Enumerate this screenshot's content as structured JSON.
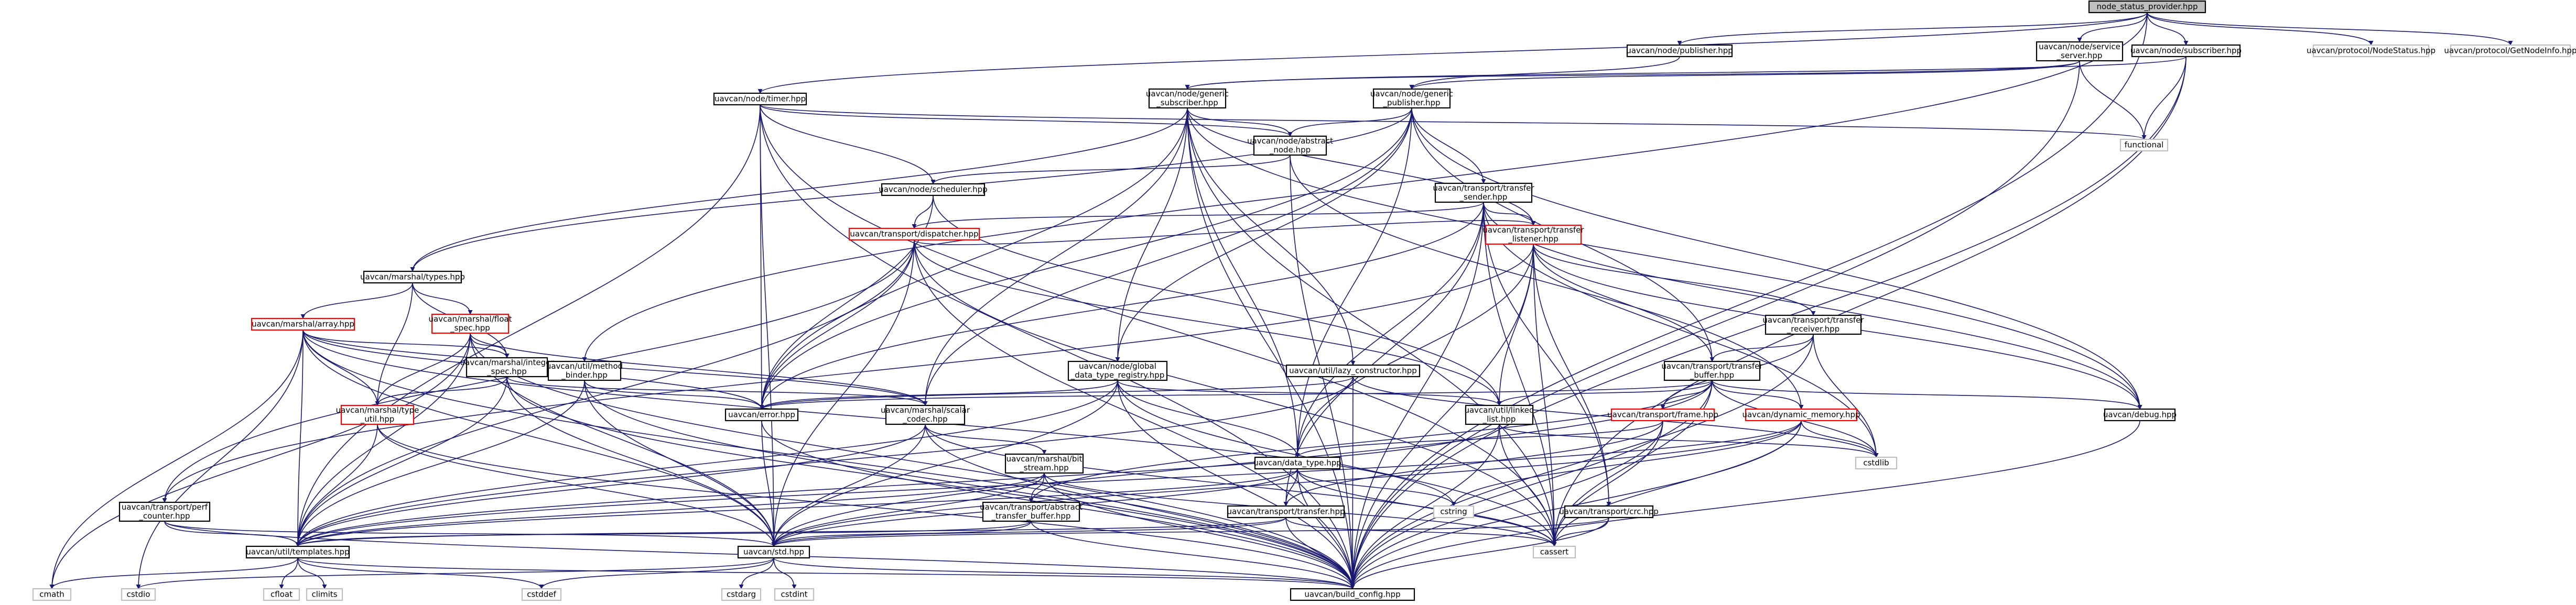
{
  "colors": {
    "edge": "#191970",
    "node_border": "#000000",
    "node_border_truncated": "#ff0000",
    "node_border_external": "#bfbfbf",
    "root_fill": "#bfbfbf",
    "node_fill": "#ffffff"
  },
  "nodes": [
    {
      "id": "root",
      "lines": [
        "node_status_provider.hpp"
      ],
      "kind": "root"
    },
    {
      "id": "publisher",
      "lines": [
        "uavcan/node/publisher.hpp"
      ],
      "kind": "normal"
    },
    {
      "id": "service_server",
      "lines": [
        "uavcan/node/service",
        "_server.hpp"
      ],
      "kind": "normal"
    },
    {
      "id": "subscriber",
      "lines": [
        "uavcan/node/subscriber.hpp"
      ],
      "kind": "normal"
    },
    {
      "id": "nodestatus",
      "lines": [
        "uavcan/protocol/NodeStatus.hpp"
      ],
      "kind": "external"
    },
    {
      "id": "getnodeinfo",
      "lines": [
        "uavcan/protocol/GetNodeInfo.hpp"
      ],
      "kind": "external"
    },
    {
      "id": "timer",
      "lines": [
        "uavcan/node/timer.hpp"
      ],
      "kind": "normal"
    },
    {
      "id": "generic_subscriber",
      "lines": [
        "uavcan/node/generic",
        "_subscriber.hpp"
      ],
      "kind": "normal"
    },
    {
      "id": "generic_publisher",
      "lines": [
        "uavcan/node/generic",
        "_publisher.hpp"
      ],
      "kind": "normal"
    },
    {
      "id": "functional",
      "lines": [
        "functional"
      ],
      "kind": "external"
    },
    {
      "id": "abstract_node",
      "lines": [
        "uavcan/node/abstract",
        "_node.hpp"
      ],
      "kind": "normal"
    },
    {
      "id": "scheduler",
      "lines": [
        "uavcan/node/scheduler.hpp"
      ],
      "kind": "normal"
    },
    {
      "id": "transfer_sender",
      "lines": [
        "uavcan/transport/transfer",
        "_sender.hpp"
      ],
      "kind": "normal"
    },
    {
      "id": "dispatcher",
      "lines": [
        "uavcan/transport/dispatcher.hpp"
      ],
      "kind": "truncated"
    },
    {
      "id": "transfer_listener",
      "lines": [
        "uavcan/transport/transfer",
        "_listener.hpp"
      ],
      "kind": "truncated"
    },
    {
      "id": "marshal_types",
      "lines": [
        "uavcan/marshal/types.hpp"
      ],
      "kind": "normal"
    },
    {
      "id": "marshal_array",
      "lines": [
        "uavcan/marshal/array.hpp"
      ],
      "kind": "truncated"
    },
    {
      "id": "float_spec",
      "lines": [
        "uavcan/marshal/float",
        "_spec.hpp"
      ],
      "kind": "truncated"
    },
    {
      "id": "integer_spec",
      "lines": [
        "uavcan/marshal/integer",
        "_spec.hpp"
      ],
      "kind": "normal"
    },
    {
      "id": "method_binder",
      "lines": [
        "uavcan/util/method",
        "_binder.hpp"
      ],
      "kind": "normal"
    },
    {
      "id": "global_registry",
      "lines": [
        "uavcan/node/global",
        "_data_type_registry.hpp"
      ],
      "kind": "normal"
    },
    {
      "id": "lazy_constructor",
      "lines": [
        "uavcan/util/lazy_constructor.hpp"
      ],
      "kind": "normal"
    },
    {
      "id": "transfer_receiver",
      "lines": [
        "uavcan/transport/transfer",
        "_receiver.hpp"
      ],
      "kind": "normal"
    },
    {
      "id": "transfer_buffer",
      "lines": [
        "uavcan/transport/transfer",
        "_buffer.hpp"
      ],
      "kind": "normal"
    },
    {
      "id": "type_util",
      "lines": [
        "uavcan/marshal/type",
        "_util.hpp"
      ],
      "kind": "truncated"
    },
    {
      "id": "error",
      "lines": [
        "uavcan/error.hpp"
      ],
      "kind": "normal"
    },
    {
      "id": "scalar_codec",
      "lines": [
        "uavcan/marshal/scalar",
        "_codec.hpp"
      ],
      "kind": "normal"
    },
    {
      "id": "linked_list",
      "lines": [
        "uavcan/util/linked",
        "_list.hpp"
      ],
      "kind": "normal"
    },
    {
      "id": "frame",
      "lines": [
        "uavcan/transport/frame.hpp"
      ],
      "kind": "truncated"
    },
    {
      "id": "dynamic_memory",
      "lines": [
        "uavcan/dynamic_memory.hpp"
      ],
      "kind": "truncated"
    },
    {
      "id": "debug",
      "lines": [
        "uavcan/debug.hpp"
      ],
      "kind": "normal"
    },
    {
      "id": "bit_stream",
      "lines": [
        "uavcan/marshal/bit",
        "_stream.hpp"
      ],
      "kind": "normal"
    },
    {
      "id": "data_type",
      "lines": [
        "uavcan/data_type.hpp"
      ],
      "kind": "normal"
    },
    {
      "id": "cstdlib",
      "lines": [
        "cstdlib"
      ],
      "kind": "external"
    },
    {
      "id": "perf_counter",
      "lines": [
        "uavcan/transport/perf",
        "_counter.hpp"
      ],
      "kind": "normal"
    },
    {
      "id": "abstract_transfer_buffer",
      "lines": [
        "uavcan/transport/abstract",
        "_transfer_buffer.hpp"
      ],
      "kind": "normal"
    },
    {
      "id": "transfer",
      "lines": [
        "uavcan/transport/transfer.hpp"
      ],
      "kind": "normal"
    },
    {
      "id": "cstring",
      "lines": [
        "cstring"
      ],
      "kind": "external"
    },
    {
      "id": "crc",
      "lines": [
        "uavcan/transport/crc.hpp"
      ],
      "kind": "normal"
    },
    {
      "id": "templates",
      "lines": [
        "uavcan/util/templates.hpp"
      ],
      "kind": "normal"
    },
    {
      "id": "std",
      "lines": [
        "uavcan/std.hpp"
      ],
      "kind": "normal"
    },
    {
      "id": "cassert",
      "lines": [
        "cassert"
      ],
      "kind": "external"
    },
    {
      "id": "cmath",
      "lines": [
        "cmath"
      ],
      "kind": "external"
    },
    {
      "id": "cfloat",
      "lines": [
        "cfloat"
      ],
      "kind": "external"
    },
    {
      "id": "climits",
      "lines": [
        "climits"
      ],
      "kind": "external"
    },
    {
      "id": "cstddef",
      "lines": [
        "cstddef"
      ],
      "kind": "external"
    },
    {
      "id": "cstdio",
      "lines": [
        "cstdio"
      ],
      "kind": "external"
    },
    {
      "id": "cstdarg",
      "lines": [
        "cstdarg"
      ],
      "kind": "external"
    },
    {
      "id": "cstdint",
      "lines": [
        "cstdint"
      ],
      "kind": "external"
    },
    {
      "id": "build_config",
      "lines": [
        "uavcan/build_config.hpp"
      ],
      "kind": "normal"
    }
  ],
  "edges": [
    [
      "root",
      "publisher"
    ],
    [
      "root",
      "service_server"
    ],
    [
      "root",
      "subscriber"
    ],
    [
      "root",
      "nodestatus"
    ],
    [
      "root",
      "getnodeinfo"
    ],
    [
      "root",
      "timer"
    ],
    [
      "root",
      "method_binder"
    ],
    [
      "root",
      "build_config"
    ],
    [
      "publisher",
      "generic_publisher"
    ],
    [
      "service_server",
      "generic_subscriber"
    ],
    [
      "service_server",
      "generic_publisher"
    ],
    [
      "service_server",
      "functional"
    ],
    [
      "service_server",
      "build_config"
    ],
    [
      "subscriber",
      "generic_subscriber"
    ],
    [
      "subscriber",
      "functional"
    ],
    [
      "subscriber",
      "cassert"
    ],
    [
      "subscriber",
      "build_config"
    ],
    [
      "timer",
      "scheduler"
    ],
    [
      "timer",
      "abstract_node"
    ],
    [
      "timer",
      "functional"
    ],
    [
      "timer",
      "error"
    ],
    [
      "timer",
      "templates"
    ],
    [
      "timer",
      "std"
    ],
    [
      "timer",
      "cassert"
    ],
    [
      "timer",
      "build_config"
    ],
    [
      "generic_subscriber",
      "abstract_node"
    ],
    [
      "generic_subscriber",
      "marshal_types"
    ],
    [
      "generic_subscriber",
      "global_registry"
    ],
    [
      "generic_subscriber",
      "lazy_constructor"
    ],
    [
      "generic_subscriber",
      "transfer_listener"
    ],
    [
      "generic_subscriber",
      "scalar_codec"
    ],
    [
      "generic_subscriber",
      "data_type"
    ],
    [
      "generic_subscriber",
      "error"
    ],
    [
      "generic_subscriber",
      "debug"
    ],
    [
      "generic_subscriber",
      "cassert"
    ],
    [
      "generic_subscriber",
      "build_config"
    ],
    [
      "generic_publisher",
      "abstract_node"
    ],
    [
      "generic_publisher",
      "marshal_types"
    ],
    [
      "generic_publisher",
      "transfer_sender"
    ],
    [
      "generic_publisher",
      "global_registry"
    ],
    [
      "generic_publisher",
      "scalar_codec"
    ],
    [
      "generic_publisher",
      "transfer_buffer"
    ],
    [
      "generic_publisher",
      "data_type"
    ],
    [
      "generic_publisher",
      "debug"
    ],
    [
      "generic_publisher",
      "error"
    ],
    [
      "abstract_node",
      "scheduler"
    ],
    [
      "abstract_node",
      "dynamic_memory"
    ],
    [
      "abstract_node",
      "build_config"
    ],
    [
      "scheduler",
      "dispatcher"
    ],
    [
      "scheduler",
      "linked_list"
    ],
    [
      "scheduler",
      "error"
    ],
    [
      "transfer_sender",
      "dispatcher"
    ],
    [
      "transfer_sender",
      "transfer_listener"
    ],
    [
      "transfer_sender",
      "data_type"
    ],
    [
      "transfer_sender",
      "crc"
    ],
    [
      "transfer_sender",
      "transfer"
    ],
    [
      "transfer_sender",
      "debug"
    ],
    [
      "transfer_sender",
      "cstdlib"
    ],
    [
      "transfer_sender",
      "cassert"
    ],
    [
      "transfer_sender",
      "build_config"
    ],
    [
      "transfer_sender",
      "error"
    ],
    [
      "dispatcher",
      "transfer_listener"
    ],
    [
      "dispatcher",
      "perf_counter"
    ],
    [
      "dispatcher",
      "linked_list"
    ],
    [
      "dispatcher",
      "error"
    ],
    [
      "dispatcher",
      "templates"
    ],
    [
      "dispatcher",
      "std"
    ],
    [
      "dispatcher",
      "cassert"
    ],
    [
      "dispatcher",
      "build_config"
    ],
    [
      "transfer_listener",
      "transfer_receiver"
    ],
    [
      "transfer_listener",
      "perf_counter"
    ],
    [
      "transfer_listener",
      "linked_list"
    ],
    [
      "transfer_listener",
      "data_type"
    ],
    [
      "transfer_listener",
      "crc"
    ],
    [
      "transfer_listener",
      "debug"
    ],
    [
      "transfer_listener",
      "cassert"
    ],
    [
      "transfer_listener",
      "build_config"
    ],
    [
      "transfer_listener",
      "transfer_buffer"
    ],
    [
      "marshal_types",
      "marshal_array"
    ],
    [
      "marshal_types",
      "float_spec"
    ],
    [
      "marshal_types",
      "integer_spec"
    ],
    [
      "marshal_types",
      "type_util"
    ],
    [
      "marshal_array",
      "integer_spec"
    ],
    [
      "marshal_array",
      "type_util"
    ],
    [
      "marshal_array",
      "error"
    ],
    [
      "marshal_array",
      "scalar_codec"
    ],
    [
      "marshal_array",
      "templates"
    ],
    [
      "marshal_array",
      "std"
    ],
    [
      "marshal_array",
      "cmath"
    ],
    [
      "marshal_array",
      "cstdio"
    ],
    [
      "marshal_array",
      "cstring"
    ],
    [
      "marshal_array",
      "build_config"
    ],
    [
      "float_spec",
      "integer_spec"
    ],
    [
      "float_spec",
      "type_util"
    ],
    [
      "float_spec",
      "scalar_codec"
    ],
    [
      "float_spec",
      "templates"
    ],
    [
      "float_spec",
      "cmath"
    ],
    [
      "float_spec",
      "std"
    ],
    [
      "float_spec",
      "build_config"
    ],
    [
      "integer_spec",
      "type_util"
    ],
    [
      "integer_spec",
      "scalar_codec"
    ],
    [
      "integer_spec",
      "templates"
    ],
    [
      "integer_spec",
      "std"
    ],
    [
      "integer_spec",
      "build_config"
    ],
    [
      "method_binder",
      "error"
    ],
    [
      "method_binder",
      "templates"
    ],
    [
      "method_binder",
      "std"
    ],
    [
      "method_binder",
      "build_config"
    ],
    [
      "global_registry",
      "data_type"
    ],
    [
      "global_registry",
      "linked_list"
    ],
    [
      "global_registry",
      "error"
    ],
    [
      "global_registry",
      "std"
    ],
    [
      "global_registry",
      "cassert"
    ],
    [
      "global_registry",
      "build_config"
    ],
    [
      "global_registry",
      "templates"
    ],
    [
      "lazy_constructor",
      "error"
    ],
    [
      "lazy_constructor",
      "templates"
    ],
    [
      "lazy_constructor",
      "cstdlib"
    ],
    [
      "lazy_constructor",
      "build_config"
    ],
    [
      "transfer_receiver",
      "transfer_buffer"
    ],
    [
      "transfer_receiver",
      "frame"
    ],
    [
      "transfer_receiver",
      "cstdlib"
    ],
    [
      "transfer_receiver",
      "build_config"
    ],
    [
      "transfer_buffer",
      "frame"
    ],
    [
      "transfer_buffer",
      "dynamic_memory"
    ],
    [
      "transfer_buffer",
      "linked_list"
    ],
    [
      "transfer_buffer",
      "abstract_transfer_buffer"
    ],
    [
      "transfer_buffer",
      "debug"
    ],
    [
      "transfer_buffer",
      "cassert"
    ],
    [
      "transfer_buffer",
      "build_config"
    ],
    [
      "transfer_buffer",
      "std"
    ],
    [
      "transfer_buffer",
      "cstdlib"
    ],
    [
      "transfer_buffer",
      "error"
    ],
    [
      "type_util",
      "templates"
    ],
    [
      "type_util",
      "std"
    ],
    [
      "type_util",
      "build_config"
    ],
    [
      "error",
      "std"
    ],
    [
      "error",
      "build_config"
    ],
    [
      "scalar_codec",
      "bit_stream"
    ],
    [
      "scalar_codec",
      "templates"
    ],
    [
      "scalar_codec",
      "std"
    ],
    [
      "scalar_codec",
      "build_config"
    ],
    [
      "scalar_codec",
      "cassert"
    ],
    [
      "linked_list",
      "cstdlib"
    ],
    [
      "linked_list",
      "cassert"
    ],
    [
      "linked_list",
      "templates"
    ],
    [
      "linked_list",
      "build_config"
    ],
    [
      "frame",
      "transfer"
    ],
    [
      "frame",
      "data_type"
    ],
    [
      "frame",
      "cassert"
    ],
    [
      "frame",
      "build_config"
    ],
    [
      "dynamic_memory",
      "cstdlib"
    ],
    [
      "dynamic_memory",
      "cstring"
    ],
    [
      "dynamic_memory",
      "cassert"
    ],
    [
      "dynamic_memory",
      "std"
    ],
    [
      "dynamic_memory",
      "build_config"
    ],
    [
      "dynamic_memory",
      "templates"
    ],
    [
      "debug",
      "build_config"
    ],
    [
      "bit_stream",
      "abstract_transfer_buffer"
    ],
    [
      "bit_stream",
      "std"
    ],
    [
      "bit_stream",
      "cassert"
    ],
    [
      "bit_stream",
      "build_config"
    ],
    [
      "bit_stream",
      "templates"
    ],
    [
      "data_type",
      "transfer"
    ],
    [
      "data_type",
      "templates"
    ],
    [
      "data_type",
      "std"
    ],
    [
      "data_type",
      "cstring"
    ],
    [
      "data_type",
      "cassert"
    ],
    [
      "data_type",
      "build_config"
    ],
    [
      "perf_counter",
      "templates"
    ],
    [
      "perf_counter",
      "std"
    ],
    [
      "perf_counter",
      "build_config"
    ],
    [
      "abstract_transfer_buffer",
      "templates"
    ],
    [
      "abstract_transfer_buffer",
      "std"
    ],
    [
      "abstract_transfer_buffer",
      "build_config"
    ],
    [
      "transfer",
      "templates"
    ],
    [
      "transfer",
      "std"
    ],
    [
      "transfer",
      "build_config"
    ],
    [
      "transfer",
      "cassert"
    ],
    [
      "crc",
      "std"
    ],
    [
      "crc",
      "cassert"
    ],
    [
      "crc",
      "build_config"
    ],
    [
      "templates",
      "cmath"
    ],
    [
      "templates",
      "cfloat"
    ],
    [
      "templates",
      "climits"
    ],
    [
      "templates",
      "cstddef"
    ],
    [
      "templates",
      "build_config"
    ],
    [
      "std",
      "cstdio"
    ],
    [
      "std",
      "cstdarg"
    ],
    [
      "std",
      "cstdint"
    ],
    [
      "std",
      "cstddef"
    ],
    [
      "std",
      "build_config"
    ]
  ]
}
